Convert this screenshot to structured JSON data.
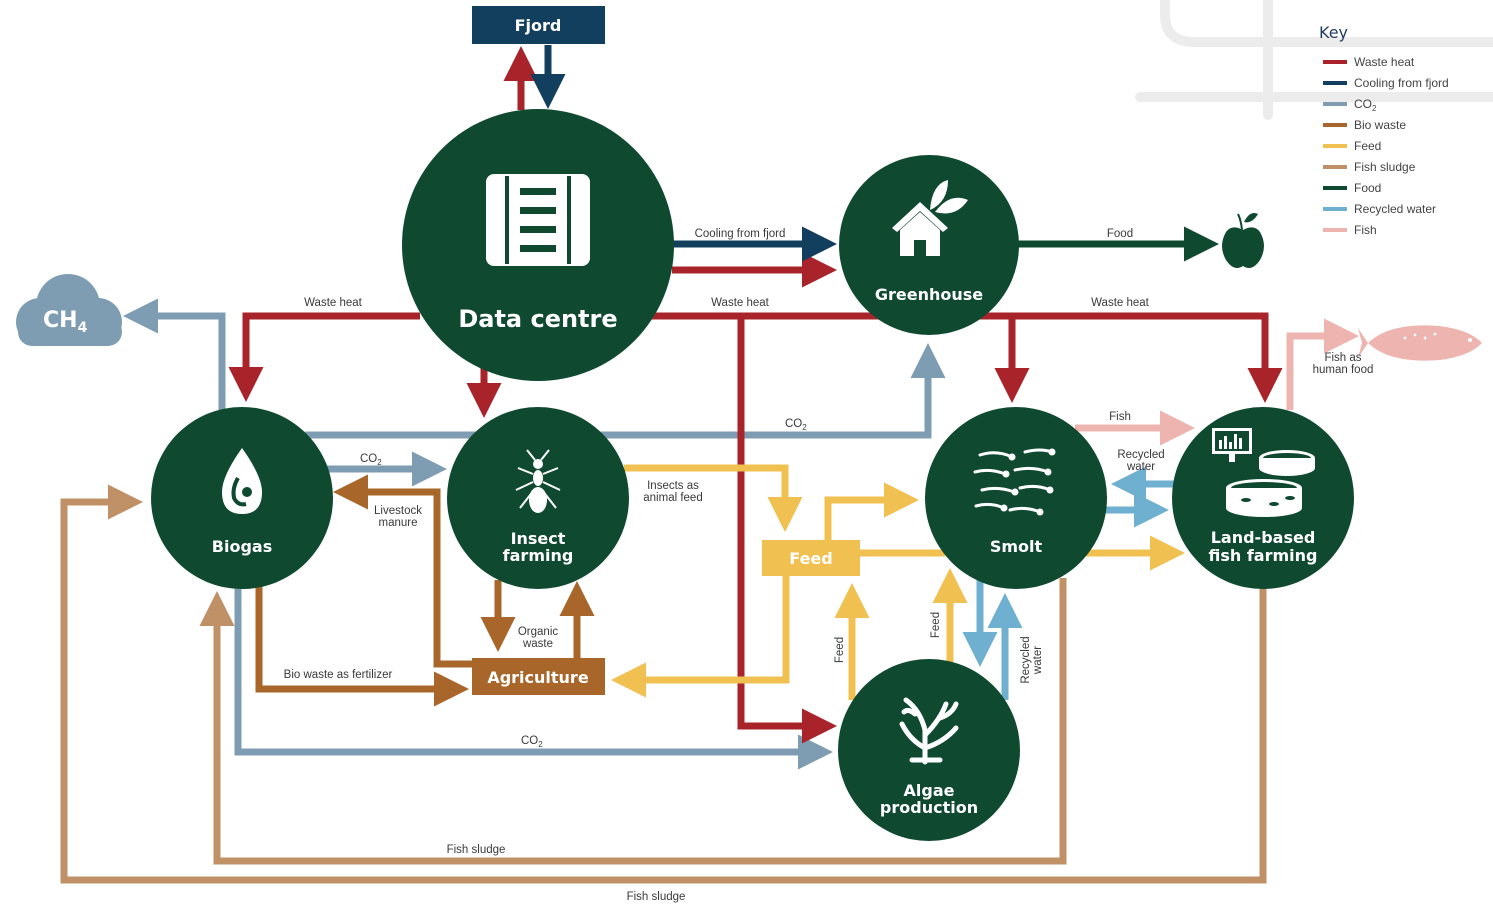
{
  "colors": {
    "node": "#0f4a30",
    "waste_heat": "#a8232a",
    "cooling": "#123f5e",
    "co2": "#7f9db2",
    "bio_waste": "#a8662a",
    "feed": "#f0c050",
    "fish_sludge": "#c09066",
    "food": "#0f4a30",
    "recycled_water": "#6fafd0",
    "fish": "#eeb4b0"
  },
  "nodes": {
    "fjord": "Fjord",
    "data_centre": "Data centre",
    "greenhouse": "Greenhouse",
    "biogas": "Biogas",
    "insect_1": "Insect",
    "insect_2": "farming",
    "smolt": "Smolt",
    "land_1": "Land-based",
    "land_2": "fish farming",
    "algae_1": "Algae",
    "algae_2": "production",
    "feed": "Feed",
    "agriculture": "Agriculture",
    "ch4": "CH",
    "ch4_sub": "4"
  },
  "edge_labels": {
    "cooling_from_fjord": "Cooling from fjord",
    "food": "Food",
    "waste_heat_left": "Waste heat",
    "waste_heat_mid": "Waste heat",
    "waste_heat_right": "Waste heat",
    "co2_top": "CO",
    "co2_top_sub": "2",
    "co2_biogas": "CO",
    "co2_biogas_sub": "2",
    "co2_bottom": "CO",
    "co2_bottom_sub": "2",
    "livestock_1": "Livestock",
    "livestock_2": "manure",
    "insects_feed_1": "Insects as",
    "insects_feed_2": "animal feed",
    "organic_1": "Organic",
    "organic_2": "waste",
    "bio_fertilizer": "Bio waste as fertilizer",
    "feed_v1": "Feed",
    "feed_v2": "Feed",
    "recycled_v_1": "Recycled",
    "recycled_v_2": "water",
    "fish": "Fish",
    "recycled_1": "Recycled",
    "recycled_2": "water",
    "fish_food_1": "Fish as",
    "fish_food_2": "human food",
    "fish_sludge_inner": "Fish sludge",
    "fish_sludge_outer": "Fish sludge"
  },
  "key": {
    "title": "Key",
    "items": [
      {
        "label": "Waste heat",
        "color": "#a8232a"
      },
      {
        "label": "Cooling from fjord",
        "color": "#123f5e"
      },
      {
        "label": "CO",
        "sub": "2",
        "color": "#7f9db2"
      },
      {
        "label": "Bio waste",
        "color": "#a8662a"
      },
      {
        "label": "Feed",
        "color": "#f0c050"
      },
      {
        "label": "Fish sludge",
        "color": "#c09066"
      },
      {
        "label": "Food",
        "color": "#0f4a30"
      },
      {
        "label": "Recycled water",
        "color": "#6fafd0"
      },
      {
        "label": "Fish",
        "color": "#eeb4b0"
      }
    ]
  },
  "icons": [
    "server-icon",
    "house-leaf-icon",
    "apple-icon",
    "cloud-icon",
    "water-drop-icon",
    "ant-icon",
    "fish-larvae-icon",
    "fish-tanks-icon",
    "algae-icon",
    "salmon-icon"
  ]
}
